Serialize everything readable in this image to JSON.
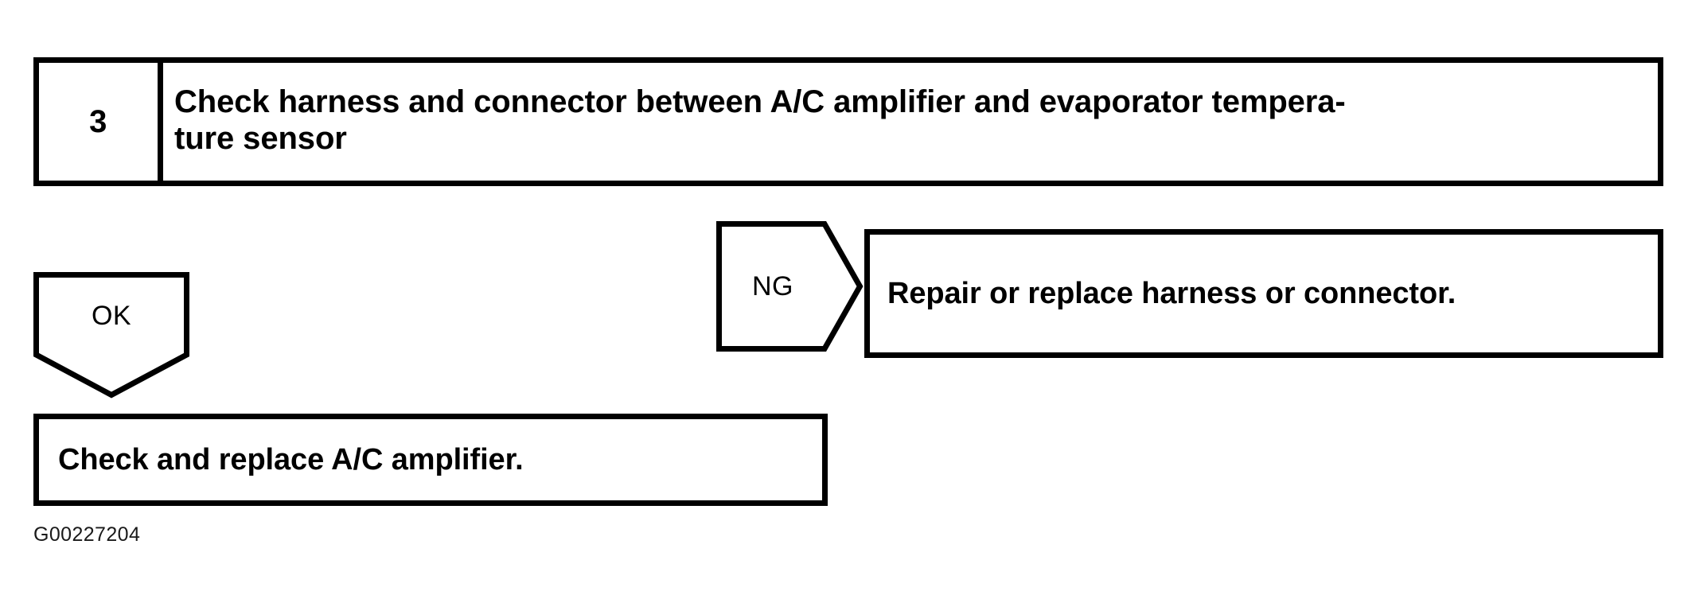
{
  "diagram": {
    "step": {
      "number": "3",
      "instruction": "Check harness and connector between A/C amplifier and evaporator tempera-\nture sensor"
    },
    "branches": {
      "ok": {
        "label": "OK",
        "shape": "down-arrow-pentagon"
      },
      "ng": {
        "label": "NG",
        "shape": "right-arrow-pentagon"
      }
    },
    "ng_result": {
      "text": "Repair or replace harness or connector."
    },
    "ok_result": {
      "text": "Check and replace A/C amplifier."
    },
    "caption": "G00227204",
    "colors": {
      "stroke": "#000000",
      "background": "#ffffff",
      "text": "#000000"
    }
  }
}
